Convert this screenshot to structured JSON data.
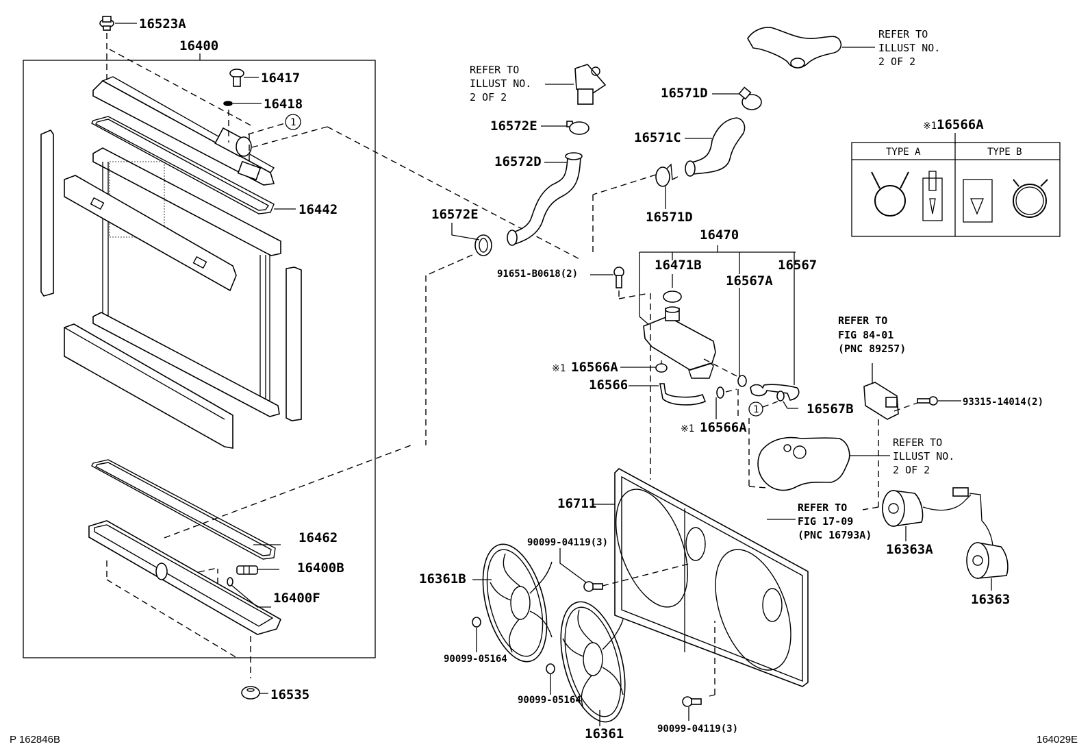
{
  "diagram": {
    "title": "Radiator & Water Outlet Parts Diagram",
    "footer_left": "P 162846B",
    "footer_right": "164029E",
    "callout_marker": "1",
    "note_marker": "※1",
    "labels": {
      "p16523A": "16523A",
      "p16400": "16400",
      "p16417": "16417",
      "p16418": "16418",
      "p16442": "16442",
      "p16462": "16462",
      "p16400B": "16400B",
      "p16400F": "16400F",
      "p16535": "16535",
      "p16572E_top": "16572E",
      "p16572D": "16572D",
      "p16572E_left": "16572E",
      "p16571D_top": "16571D",
      "p16571C": "16571C",
      "p16571D_bottom": "16571D",
      "p16470": "16470",
      "p16471B": "16471B",
      "p16567A": "16567A",
      "p16567": "16567",
      "p16567B": "16567B",
      "p16566A_1": "16566A",
      "p16566": "16566",
      "p16566A_2": "16566A",
      "p16566A_box": "16566A",
      "p91651": "91651-B0618(2)",
      "p93315": "93315-14014(2)",
      "p16711": "16711",
      "p90099_04119_top": "90099-04119(3)",
      "p90099_04119_bottom": "90099-04119(3)",
      "p16361B": "16361B",
      "p16361": "16361",
      "p90099_05164_left": "90099-05164",
      "p90099_05164_mid": "90099-05164",
      "p16363A": "16363A",
      "p16363": "16363"
    },
    "refer_notes": {
      "thermostat": [
        "REFER TO",
        "ILLUST NO.",
        "2 OF 2"
      ],
      "water_outlet": [
        "REFER TO",
        "ILLUST NO.",
        "2 OF 2"
      ],
      "water_pump": [
        "REFER TO",
        "ILLUST NO.",
        "2 OF 2"
      ],
      "ecu": [
        "REFER TO",
        "FIG 84-01",
        "(PNC 89257)"
      ],
      "shroud_part": [
        "REFER TO",
        "FIG 17-09",
        "(PNC 16793A)"
      ]
    },
    "clamp_types_box": {
      "type_a": "TYPE A",
      "type_b": "TYPE B"
    }
  }
}
